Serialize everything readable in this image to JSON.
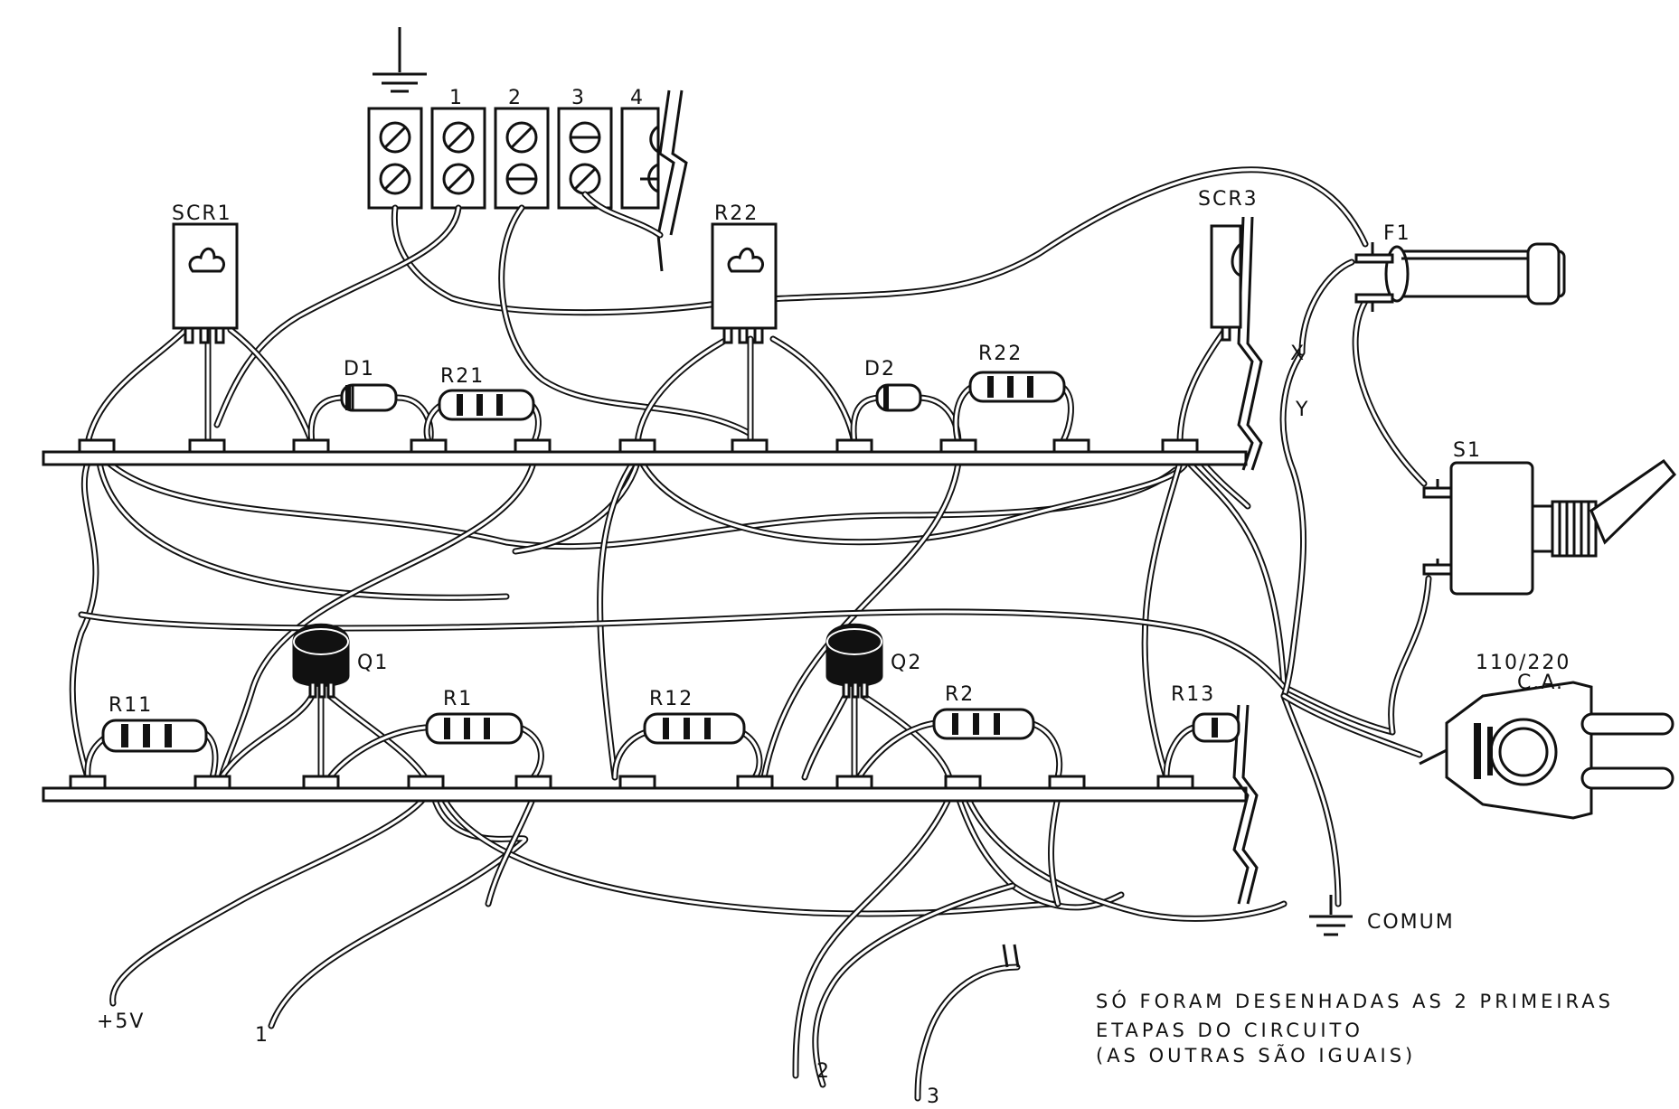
{
  "terminal_block": {
    "labels": [
      "1",
      "2",
      "3",
      "4"
    ]
  },
  "components": {
    "scr1": "SCR1",
    "scr2": "R22",
    "scr3": "SCR3",
    "d1": "D1",
    "d2": "D2",
    "r21": "R21",
    "r22": "R22",
    "r11": "R11",
    "r1": "R1",
    "r12": "R12",
    "r2": "R2",
    "r13": "R13",
    "q1": "Q1",
    "q2": "Q2",
    "f1": "F1",
    "s1": "S1",
    "wire_x": "X",
    "wire_y": "Y"
  },
  "power": {
    "line": "110/220",
    "ac": "C.A."
  },
  "ground_label": "COMUM",
  "inputs": {
    "plus5v": "+5V",
    "in1": "1",
    "in2": "2",
    "in3": "3"
  },
  "note": {
    "line1": "SÓ FORAM DESENHADAS AS 2 PRIMEIRAS",
    "line2": "ETAPAS DO CIRCUITO",
    "line3": "(AS OUTRAS SÃO IGUAIS)"
  },
  "icons": [
    "ground-symbol",
    "screw-terminal-icon",
    "scr-package-icon",
    "transistor-to92-icon",
    "resistor-icon",
    "diode-icon",
    "fuse-holder-icon",
    "toggle-switch-icon",
    "ac-plug-icon"
  ]
}
